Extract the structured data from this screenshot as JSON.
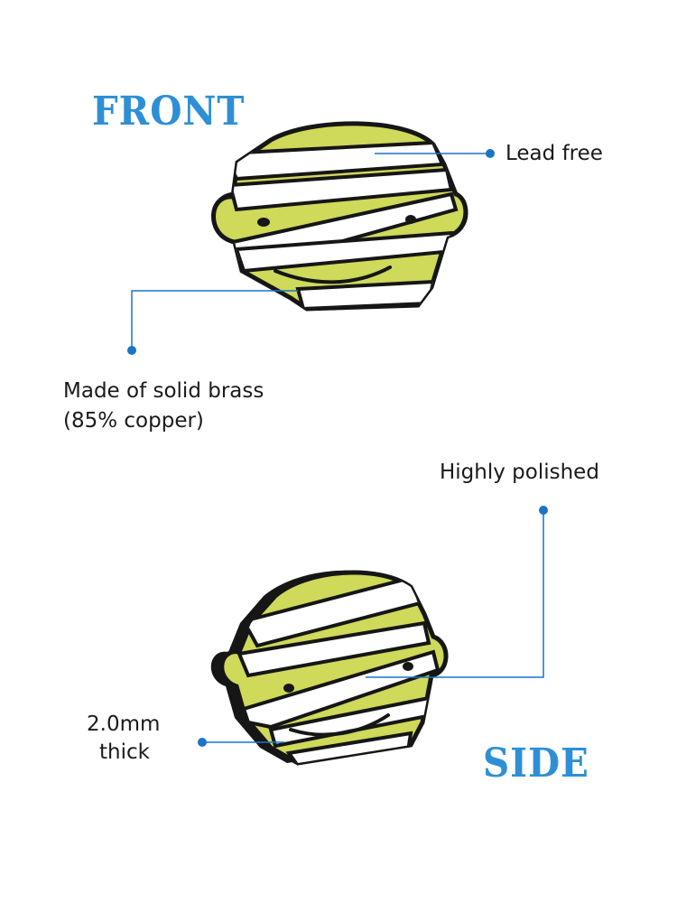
{
  "colors": {
    "heading": "#2e8fd6",
    "callout_line": "#1a73c8",
    "pin_fill": "#cfd95a",
    "pin_outline": "#161616",
    "bandage": "#ffffff"
  },
  "headings": {
    "front": "FRONT",
    "side": "SIDE"
  },
  "callouts": {
    "lead_free": "Lead free",
    "brass_line1": "Made of solid brass",
    "brass_line2": "(85% copper)",
    "polished": "Highly polished",
    "thick_line1": "2.0mm",
    "thick_line2": "thick"
  },
  "images": {
    "front_pin": "mummy-face-pin-front",
    "side_pin": "mummy-face-pin-side"
  }
}
